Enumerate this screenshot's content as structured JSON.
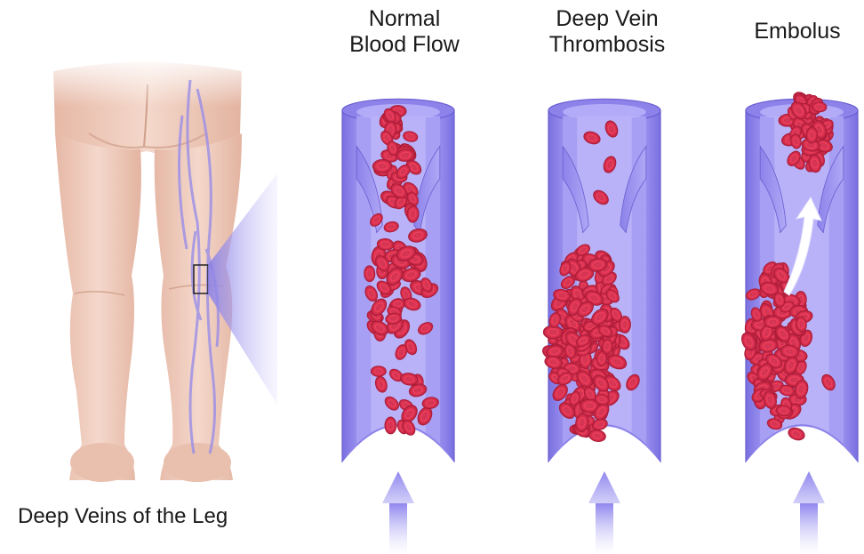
{
  "labels": {
    "normal_blood_flow": [
      "Normal",
      "Blood Flow"
    ],
    "deep_vein_thrombosis": [
      "Deep Vein",
      "Thrombosis"
    ],
    "embolus": "Embolus",
    "deep_veins_of_the_leg": "Deep Veins of the Leg"
  },
  "colors": {
    "vein_outer": "#9a90ee",
    "vein_inner": "#b8b0f7",
    "vein_wall_dark": "#6e62d6",
    "blood_cell": "#e83a58",
    "blood_cell_dark": "#b8203e",
    "skin": "#efcfc0",
    "skin_shadow": "#d9a996"
  }
}
